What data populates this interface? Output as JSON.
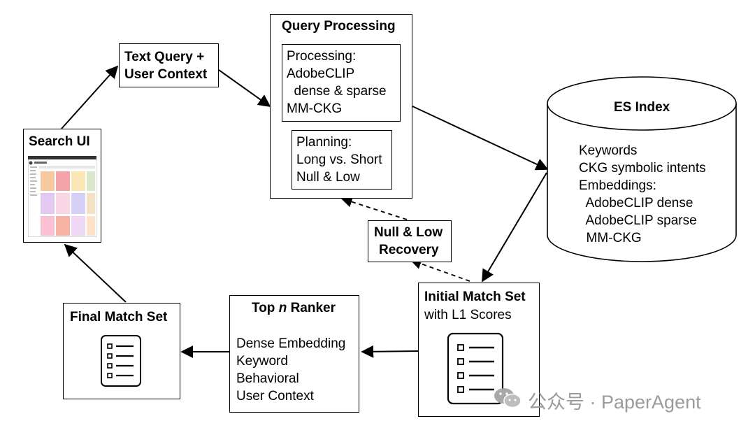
{
  "nodes": {
    "search_ui": {
      "title": "Search UI"
    },
    "text_query": {
      "line1": "Text Query +",
      "line2": "User Context"
    },
    "query_processing": {
      "title": "Query Processing",
      "processing": [
        "Processing:",
        "AdobeCLIP",
        "  dense & sparse",
        "MM-CKG"
      ],
      "planning": [
        "Planning:",
        "Long vs. Short",
        "Null & Low"
      ]
    },
    "es_index": {
      "title": "ES Index",
      "lines": [
        "Keywords",
        "CKG symbolic intents",
        "Embeddings:",
        "  AdobeCLIP dense",
        "  AdobeCLIP sparse",
        "  MM-CKG"
      ]
    },
    "null_low_recovery": {
      "line1": "Null & Low",
      "line2": "Recovery"
    },
    "initial_match_set": {
      "line1": "Initial Match Set",
      "line2": "with L1 Scores"
    },
    "top_n_ranker": {
      "title_pre": "Top ",
      "title_n": "n",
      "title_post": " Ranker",
      "lines": [
        "Dense Embedding",
        "Keyword",
        "Behavioral",
        "User Context"
      ]
    },
    "final_match_set": {
      "title": "Final Match Set"
    }
  },
  "watermark": {
    "icon": "wechat-icon",
    "text": "公众号 · PaperAgent"
  },
  "colors": {
    "stroke": "#000000",
    "watermark": "#9a9a9a"
  }
}
